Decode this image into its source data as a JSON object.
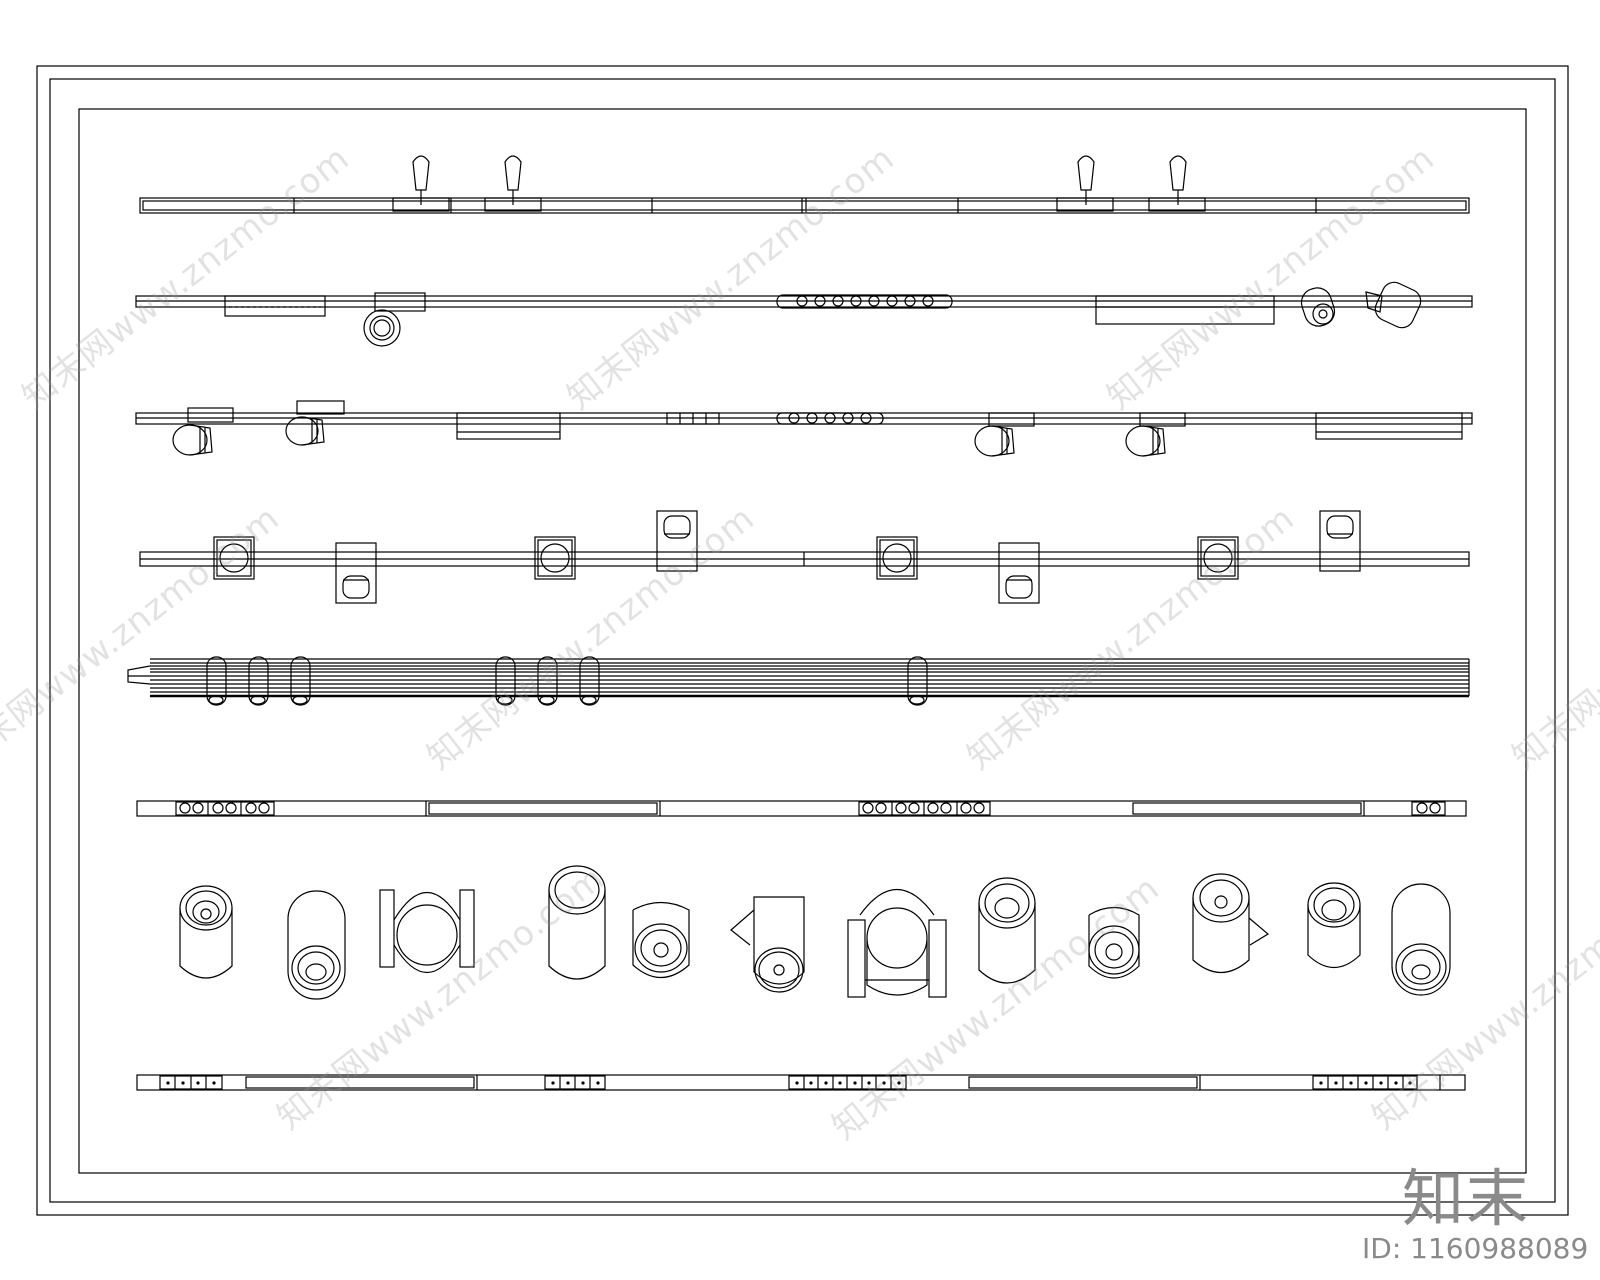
{
  "watermark": {
    "text": "知末网www.znzmo.com",
    "brand": "知末",
    "id_label": "ID: 1160988089"
  },
  "colors": {
    "line": "#000000",
    "background": "#ffffff",
    "watermark": "#969696"
  },
  "drawing": {
    "rows": [
      {
        "name": "track-row-pendant-spots"
      },
      {
        "name": "track-row-mixed-fixtures"
      },
      {
        "name": "track-row-cylinder-spots"
      },
      {
        "name": "track-row-square-spots"
      },
      {
        "name": "track-row-multi-rail"
      },
      {
        "name": "track-row-grille-segments"
      },
      {
        "name": "spotlight-detail-row"
      },
      {
        "name": "track-row-dotted-segments"
      }
    ]
  }
}
